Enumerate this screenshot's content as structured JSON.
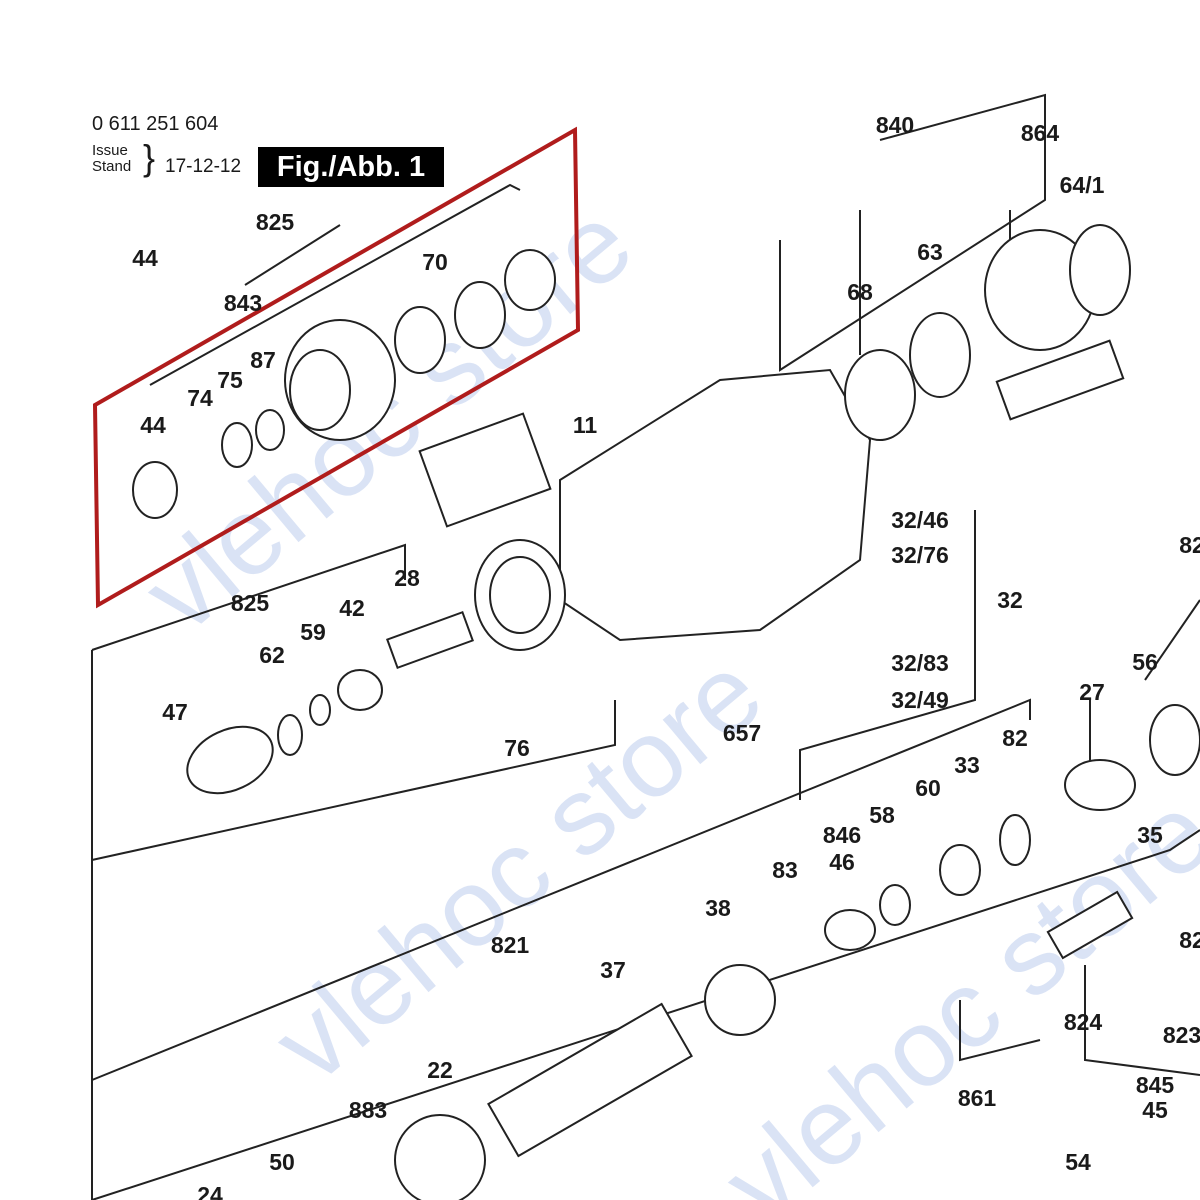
{
  "header": {
    "document_number": "0 611 251 604",
    "issue_label": "Issue",
    "stand_label": "Stand",
    "date": "17-12-12",
    "figure_label": "Fig./Abb. 1"
  },
  "watermark": "vlehoc store",
  "highlight_color": "#b01c1c",
  "part_labels": [
    "825",
    "44",
    "843",
    "70",
    "87",
    "75",
    "74",
    "44",
    "840",
    "864",
    "64/1",
    "63",
    "68",
    "11",
    "32/46",
    "32/76",
    "32",
    "32/83",
    "32/49",
    "82",
    "825",
    "28",
    "42",
    "59",
    "62",
    "47",
    "76",
    "657",
    "56",
    "27",
    "82",
    "33",
    "60",
    "58",
    "846",
    "46",
    "83",
    "35",
    "38",
    "821",
    "37",
    "82",
    "824",
    "823",
    "861",
    "22",
    "883",
    "845",
    "45",
    "50",
    "54",
    "24"
  ]
}
